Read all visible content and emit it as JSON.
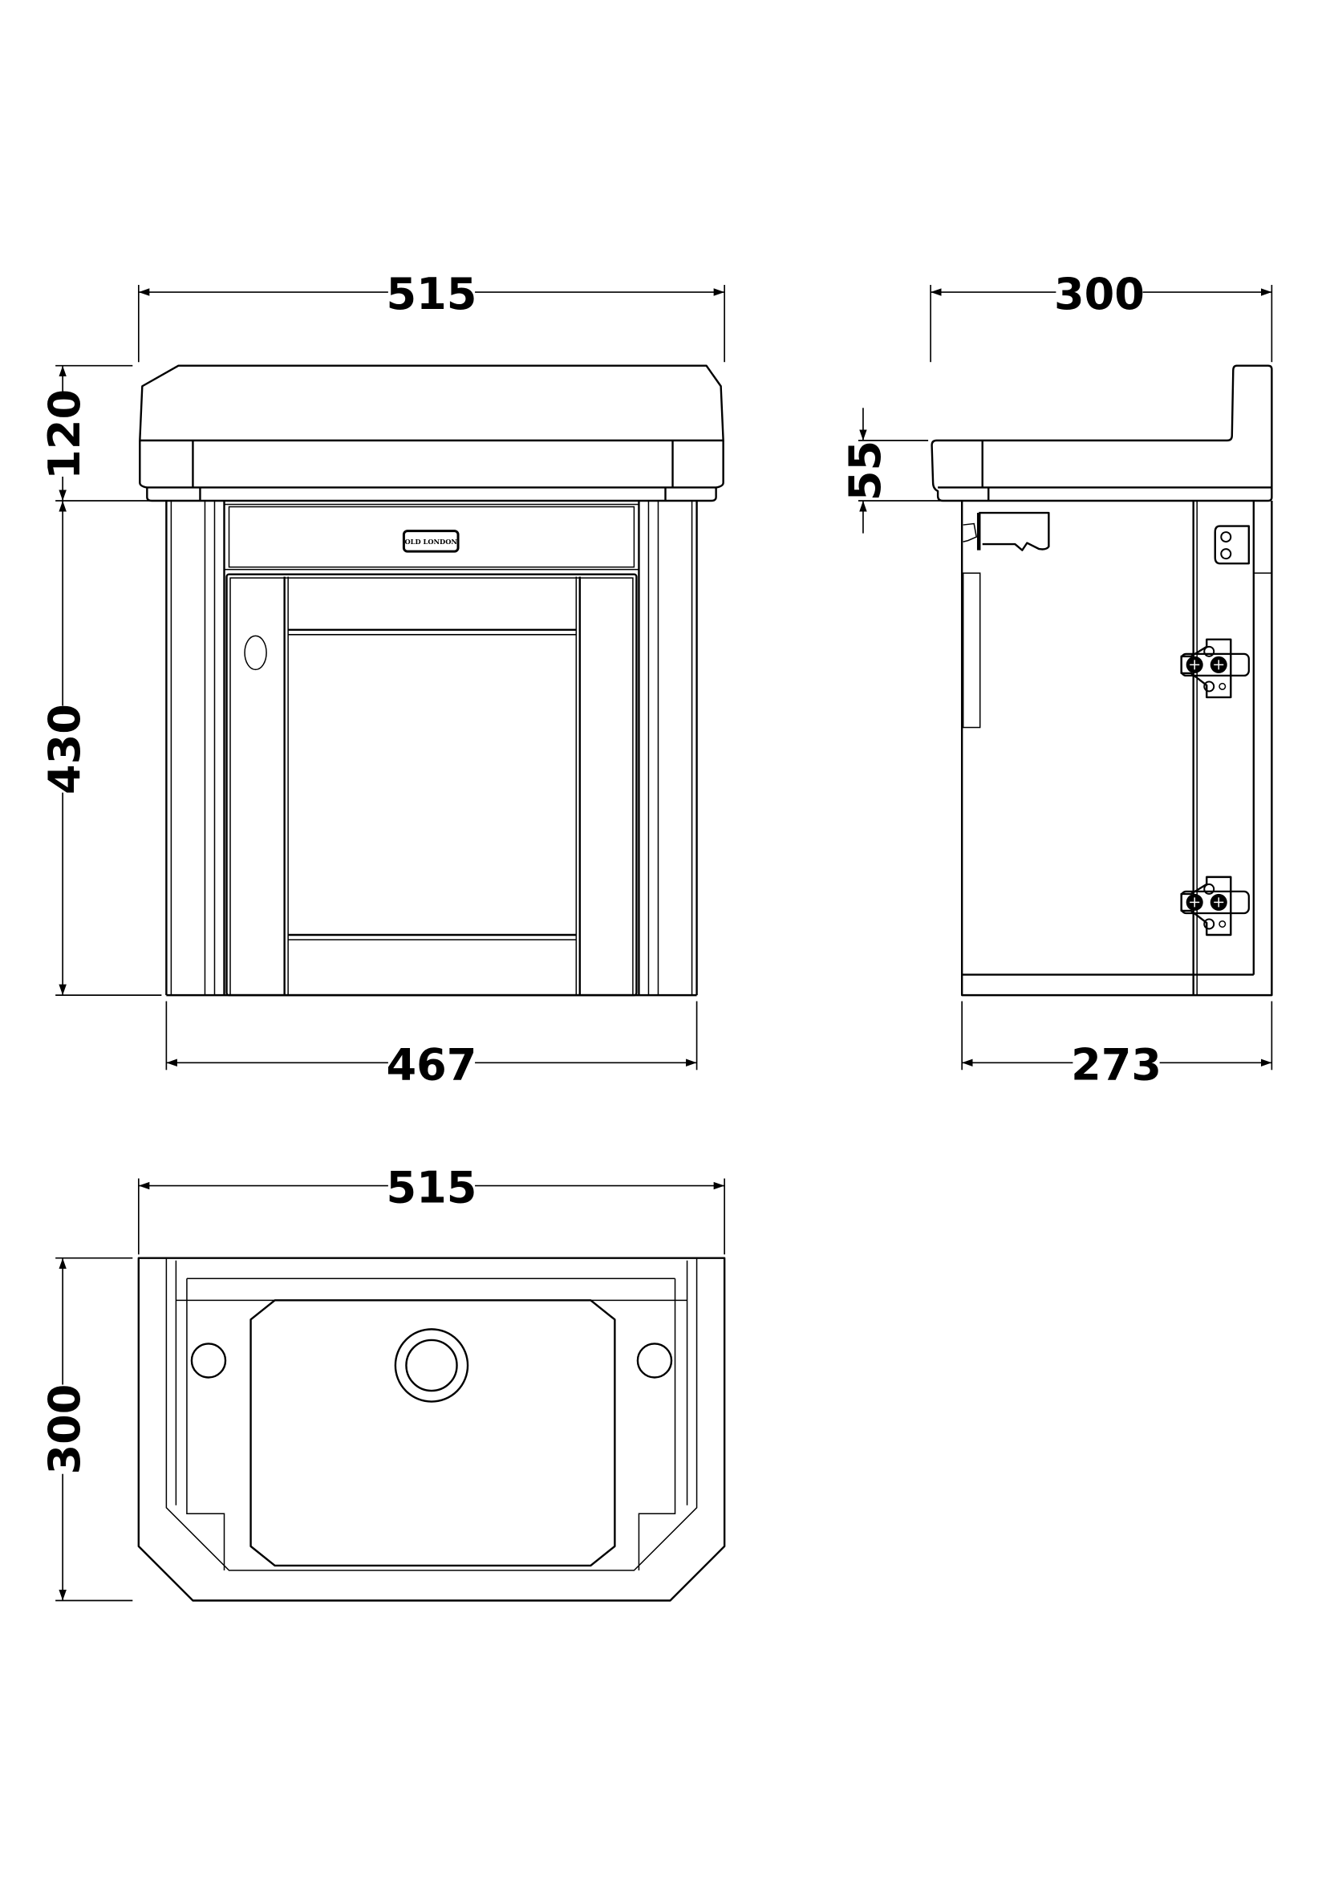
{
  "drawing": {
    "front_view": {
      "width_top": "515",
      "basin_height": "120",
      "cabinet_height": "430",
      "width_bottom": "467",
      "badge_text": "OLD LONDON"
    },
    "side_view": {
      "depth_top": "300",
      "basin_lip": "55",
      "depth_bottom": "273"
    },
    "plan_view": {
      "width": "515",
      "depth": "300"
    }
  }
}
